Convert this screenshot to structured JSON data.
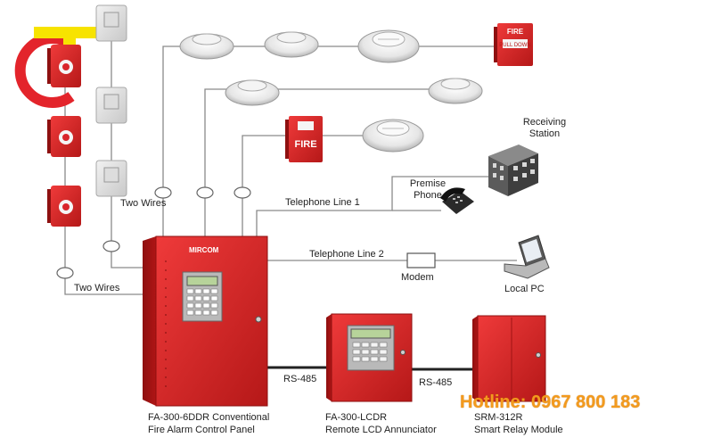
{
  "labels": {
    "two_wires_top": "Two Wires",
    "two_wires_left": "Two Wires",
    "telephone_line_1": "Telephone Line 1",
    "telephone_line_2": "Telephone Line 2",
    "receiving_station": "Receiving Station",
    "premise_phone": "Premise Phone",
    "modem": "Modem",
    "local_pc": "Local PC",
    "rs485_a": "RS-485",
    "rs485_b": "RS-485",
    "panel_caption_1": "FA-300-6DDR Conventional",
    "panel_caption_2": "Fire Alarm Control Panel",
    "lcd_caption_1": "FA-300-LCDR",
    "lcd_caption_2": "Remote LCD Annunciator",
    "relay_caption_1": "SRM-312R",
    "relay_caption_2": "Smart Relay Module",
    "fire_pull_text": "FIRE",
    "pull_down_text": "PULL DOWN",
    "brand_text": "MIRCOM"
  },
  "hotline": "Hotline: 0967 800 183",
  "colors": {
    "fire_red": "#d9262c",
    "hotline_orange": "#f39a1e",
    "logo_yellow": "#f7e300",
    "logo_red": "#e3242b"
  }
}
